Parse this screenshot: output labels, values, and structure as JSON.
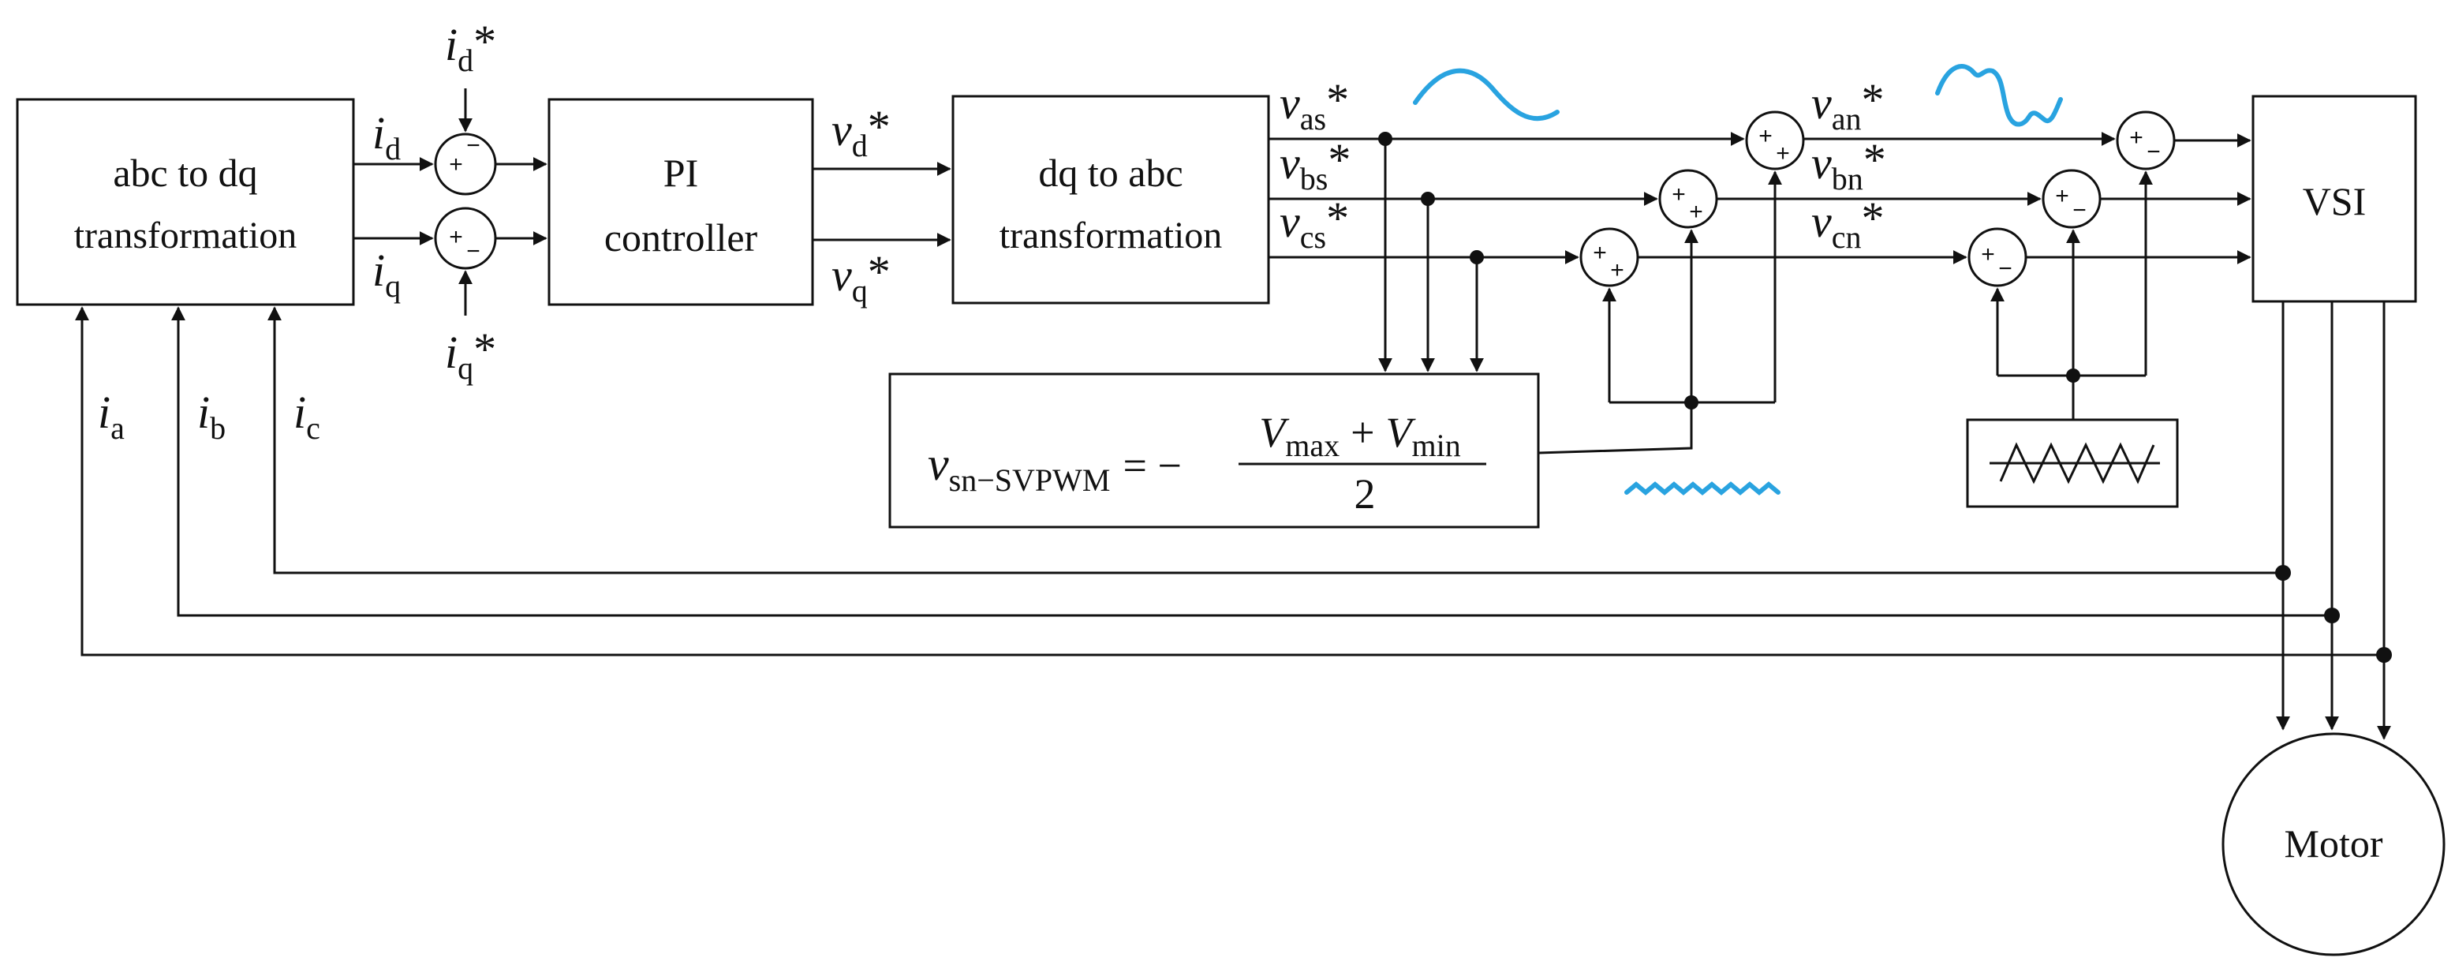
{
  "blocks": {
    "abc_to_dq": [
      "abc to dq",
      "transformation"
    ],
    "pi_controller": [
      "PI",
      "controller"
    ],
    "dq_to_abc": [
      "dq to abc",
      "transformation"
    ],
    "vsi": "VSI",
    "motor": "Motor"
  },
  "signals": {
    "id": {
      "sym": "i",
      "sub": "d"
    },
    "iq": {
      "sym": "i",
      "sub": "q"
    },
    "id_ref": {
      "sym": "i",
      "sub": "d",
      "sup": "*"
    },
    "iq_ref": {
      "sym": "i",
      "sub": "q",
      "sup": "*"
    },
    "vd_ref": {
      "sym": "v",
      "sub": "d",
      "sup": "*"
    },
    "vq_ref": {
      "sym": "v",
      "sub": "q",
      "sup": "*"
    },
    "vas_ref": {
      "sym": "v",
      "sub": "as",
      "sup": "*"
    },
    "vbs_ref": {
      "sym": "v",
      "sub": "bs",
      "sup": "*"
    },
    "vcs_ref": {
      "sym": "v",
      "sub": "cs",
      "sup": "*"
    },
    "van_ref": {
      "sym": "v",
      "sub": "an",
      "sup": "*"
    },
    "vbn_ref": {
      "sym": "v",
      "sub": "bn",
      "sup": "*"
    },
    "vcn_ref": {
      "sym": "v",
      "sub": "cn",
      "sup": "*"
    },
    "ia": {
      "sym": "i",
      "sub": "a"
    },
    "ib": {
      "sym": "i",
      "sub": "b"
    },
    "ic": {
      "sym": "i",
      "sub": "c"
    }
  },
  "equation": {
    "lhs_sym": "v",
    "lhs_sub": "sn−SVPWM",
    "equals": "= −",
    "numerator": {
      "v1": "V",
      "s1": "max",
      "plus": "+",
      "v2": "V",
      "s2": "min"
    },
    "denominator": "2"
  },
  "summing_junctions": {
    "id_error": [
      "+",
      "−"
    ],
    "iq_error": [
      "+",
      "−"
    ],
    "phase_a_offset": [
      "+",
      "+"
    ],
    "phase_b_offset": [
      "+",
      "+"
    ],
    "phase_c_offset": [
      "+",
      "+"
    ],
    "phase_a_compare": [
      "+",
      "−"
    ],
    "phase_b_compare": [
      "+",
      "−"
    ],
    "phase_c_compare": [
      "+",
      "−"
    ]
  },
  "colors": {
    "line": "#111111",
    "waveform": "#29a3e0"
  },
  "icons": {
    "carrier": "triangle-carrier-icon",
    "sine": "sine-wave-icon",
    "svpwm_reference": "svpwm-modulated-wave-icon",
    "zero_sequence": "triangular-zero-sequence-icon"
  }
}
